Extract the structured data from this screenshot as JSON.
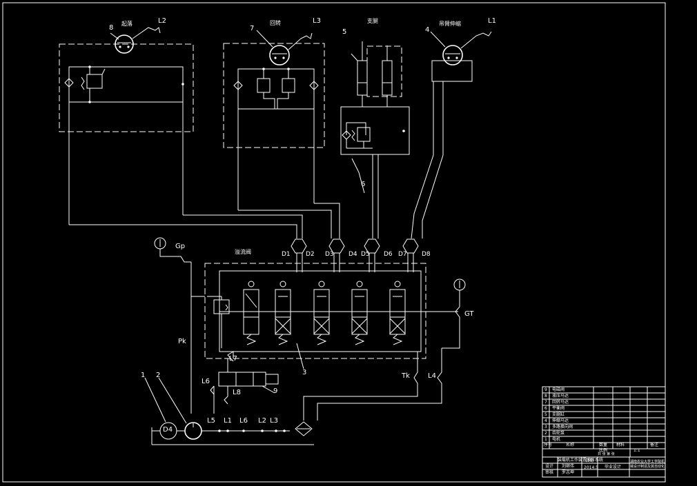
{
  "title_block": {
    "title": "装载机工作装置液压系统",
    "institution": "湖南农业大学工学院机械设计制造及其自动化",
    "drawn_role": "设计",
    "drawn_name": "刘继伟",
    "checked_role": "审核",
    "checked_name": "罗志坤",
    "date_label": "日期",
    "date_value": "2014.5",
    "design_label": "毕业设计",
    "scale_label": "比例",
    "scale_value": "1:1",
    "sheet_label": "共 张 第 张"
  },
  "legend_header": {
    "no": "序号",
    "name": "名称",
    "qty": "数量",
    "material": "材料",
    "remark": "备注"
  },
  "legend_rows": [
    {
      "no": "9",
      "name": "电磁阀"
    },
    {
      "no": "8",
      "name": "液压马达"
    },
    {
      "no": "7",
      "name": "回转马达"
    },
    {
      "no": "6",
      "name": "平衡阀"
    },
    {
      "no": "5",
      "name": "支腿缸"
    },
    {
      "no": "4",
      "name": "伸缩马达"
    },
    {
      "no": "3",
      "name": "多路换向阀"
    },
    {
      "no": "2",
      "name": "齿轮泵"
    },
    {
      "no": "1",
      "name": "电机"
    }
  ],
  "components": {
    "n8": "8",
    "n7": "7",
    "n5": "5",
    "n4": "4",
    "n6": "6",
    "n3": "3",
    "n9": "9",
    "n1": "1",
    "n2": "2",
    "c8_name": "起落",
    "c7_name": "回转",
    "c5_name": "支腿",
    "c4_name": "吊臂伸缩",
    "valve_name": "溢流阀"
  },
  "ports": {
    "L1": "L1",
    "L2": "L2",
    "L3": "L3",
    "L4": "L4",
    "L5": "L5",
    "L6": "L6",
    "L7": "L7",
    "L8": "L8",
    "D1": "D1",
    "D2": "D2",
    "D3": "D3",
    "D4": "D4",
    "D5": "D5",
    "D6": "D6",
    "D7": "D7",
    "D8": "D8",
    "Gp": "Gp",
    "GT": "GT",
    "Pk": "Pk",
    "Tk": "Tk",
    "Dm": "D4"
  },
  "colors": {
    "background": "#000000",
    "lines": "#ffffff"
  }
}
